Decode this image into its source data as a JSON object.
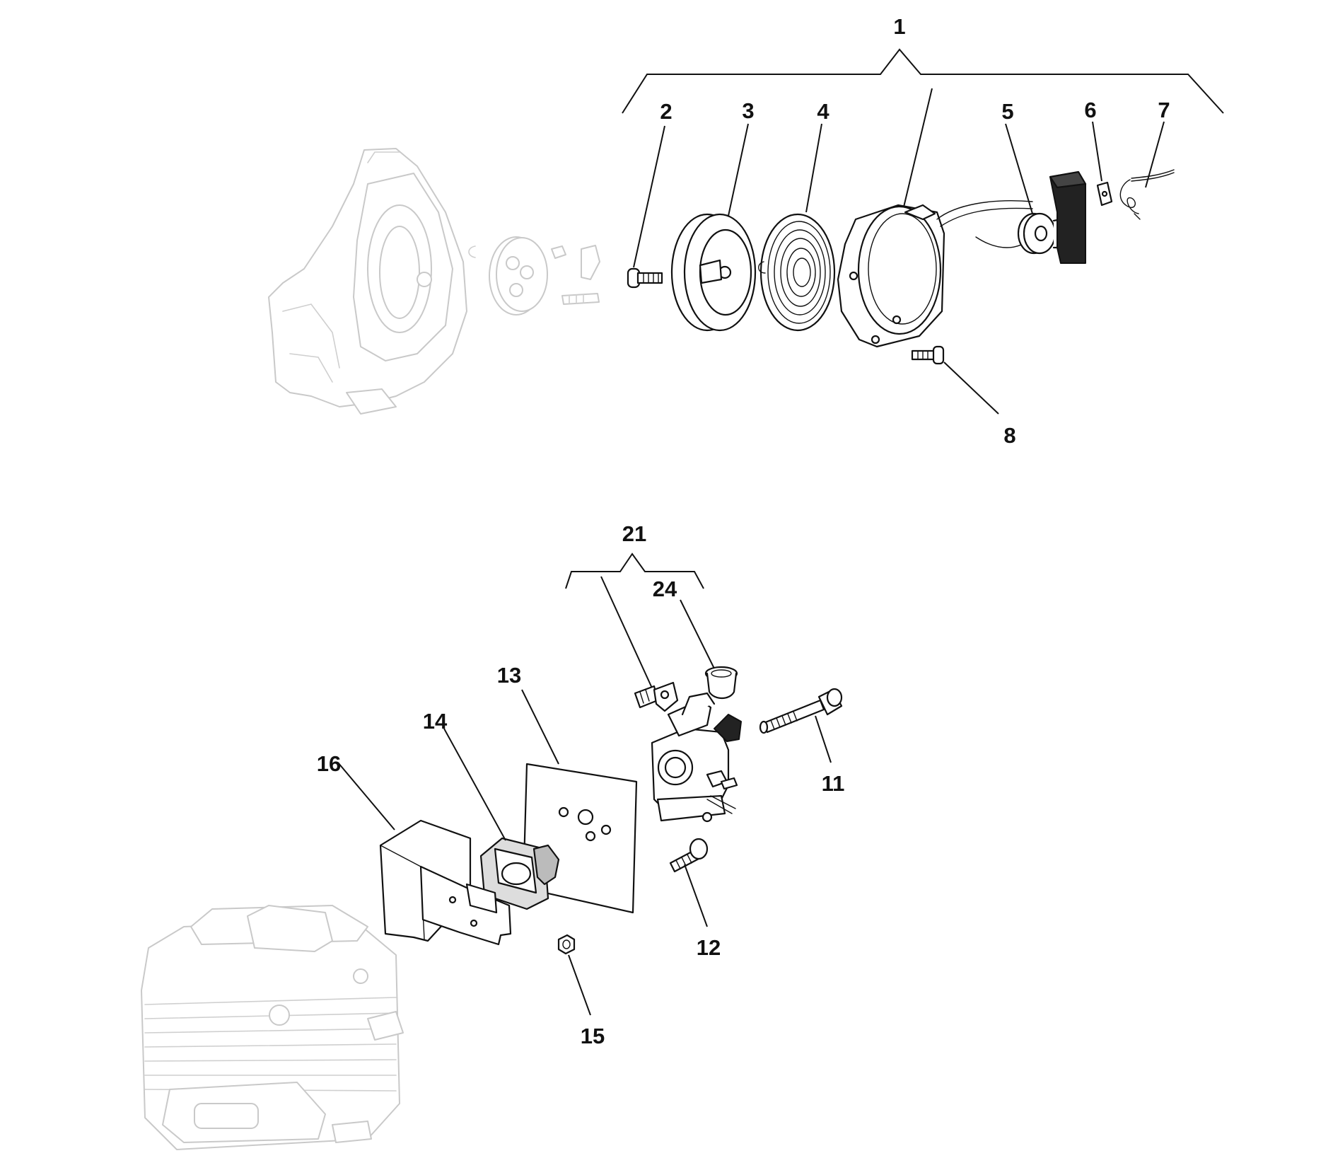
{
  "callouts": [
    {
      "id": "c1",
      "text": "1"
    },
    {
      "id": "c2",
      "text": "2"
    },
    {
      "id": "c3",
      "text": "3"
    },
    {
      "id": "c4",
      "text": "4"
    },
    {
      "id": "c5",
      "text": "5"
    },
    {
      "id": "c6",
      "text": "6"
    },
    {
      "id": "c7",
      "text": "7"
    },
    {
      "id": "c8",
      "text": "8"
    },
    {
      "id": "c21",
      "text": "21"
    },
    {
      "id": "c24",
      "text": "24"
    },
    {
      "id": "c13",
      "text": "13"
    },
    {
      "id": "c14",
      "text": "14"
    },
    {
      "id": "c16",
      "text": "16"
    },
    {
      "id": "c11",
      "text": "11"
    },
    {
      "id": "c12",
      "text": "12"
    },
    {
      "id": "c15",
      "text": "15"
    }
  ]
}
